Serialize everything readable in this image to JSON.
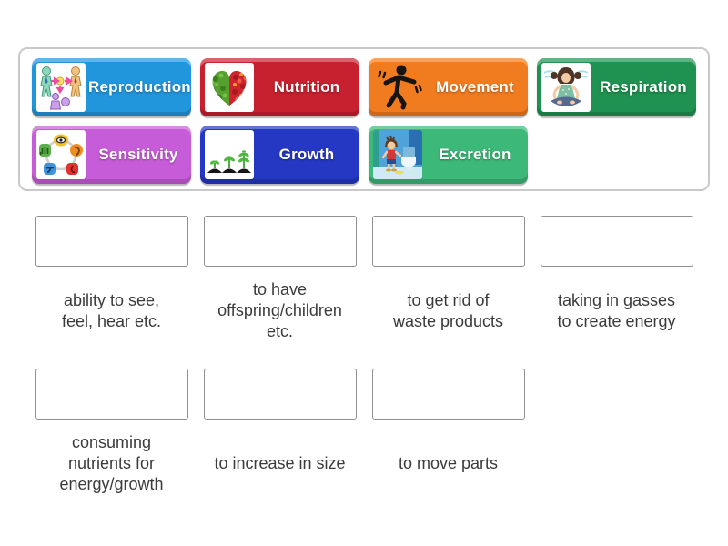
{
  "tray": {
    "tiles": [
      {
        "label": "Reproduction",
        "color": "#2196DC",
        "icon": "reproduction-figures-icon"
      },
      {
        "label": "Nutrition",
        "color": "#C7202F",
        "icon": "fruit-vegetable-heart-icon"
      },
      {
        "label": "Movement",
        "color": "#F17B1F",
        "icon": "dancing-person-icon"
      },
      {
        "label": "Respiration",
        "color": "#1F9150",
        "icon": "meditating-breathing-icon"
      },
      {
        "label": "Sensitivity",
        "color": "#C75CD8",
        "icon": "five-senses-ring-icon"
      },
      {
        "label": "Growth",
        "color": "#2438C3",
        "icon": "growing-seedlings-icon"
      },
      {
        "label": "Excretion",
        "color": "#3CB878",
        "icon": "boy-at-toilet-icon"
      }
    ]
  },
  "board": {
    "clues": [
      {
        "text": "ability to see,\nfeel, hear etc."
      },
      {
        "text": "to have\noffspring/children\netc."
      },
      {
        "text": "to get rid of\nwaste products"
      },
      {
        "text": "taking in gasses\nto create energy"
      },
      {
        "text": "consuming\nnutrients for\nenergy/growth"
      },
      {
        "text": "to increase in size"
      },
      {
        "text": "to move parts"
      }
    ]
  }
}
